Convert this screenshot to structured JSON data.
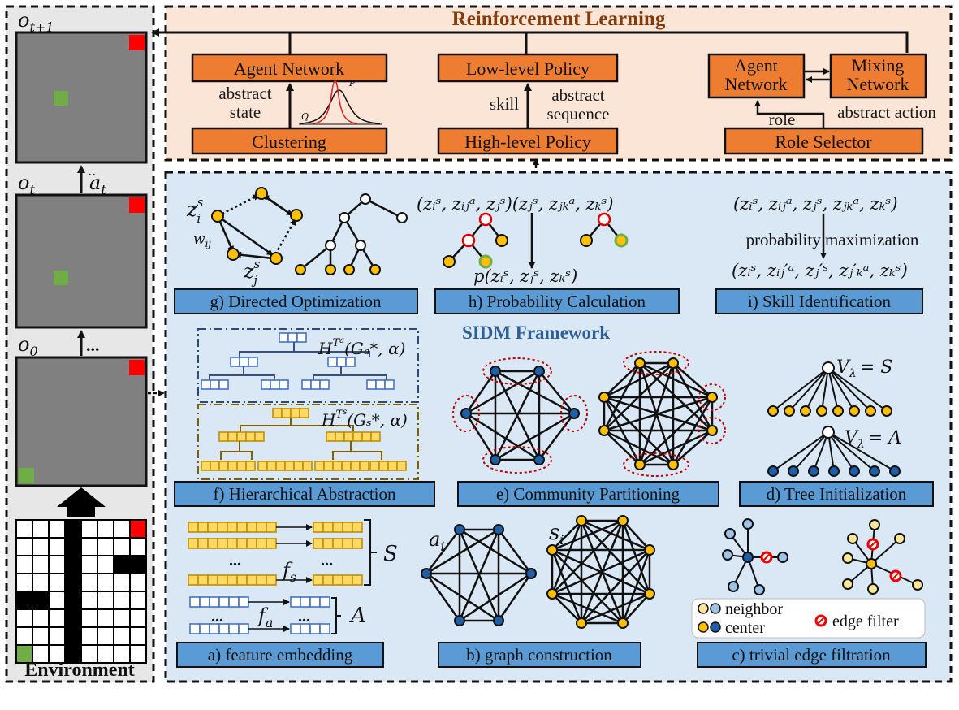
{
  "rl": {
    "title": "Reinforcement Learning",
    "boxes": {
      "agent_network_1": "Agent Network",
      "clustering": "Clustering",
      "low_level_policy": "Low-level Policy",
      "high_level_policy": "High-level Policy",
      "agent_network_2_line1": "Agent",
      "agent_network_2_line2": "Network",
      "mixing_network_line1": "Mixing",
      "mixing_network_line2": "Network",
      "role_selector": "Role Selector"
    },
    "labels": {
      "abstract_state_1": "abstract",
      "abstract_state_2": "state",
      "skill": "skill",
      "abstract_sequence_1": "abstract",
      "abstract_sequence_2": "sequence",
      "role": "role",
      "abstract_action": "abstract action",
      "curve_p": "P",
      "curve_q": "Q"
    }
  },
  "env": {
    "label": "Environment",
    "obs_top": "o",
    "obs_top_sub": "t+1",
    "obs_mid": "o",
    "obs_mid_sub": "t",
    "action": "a",
    "action_sub": "t",
    "obs_bottom": "o",
    "obs_bottom_sub": "0",
    "ellipsis_mid": "..",
    "ellipsis_bottom": "..."
  },
  "sidm": {
    "title": "SIDM Framework",
    "captions": {
      "a": "a) feature embedding",
      "b": "b) graph construction",
      "c": "c) trivial edge filtration",
      "d": "d) Tree Initialization",
      "e": "e) Community Partitioning",
      "f": "f) Hierarchical Abstraction",
      "g": "g) Directed Optimization",
      "h": "h) Probability Calculation",
      "i": "i) Skill Identification"
    },
    "g": {
      "z_i": "z",
      "z_i_sup": "s",
      "z_i_sub": "i",
      "w": "w",
      "w_sub": "ij",
      "z_j": "z",
      "z_j_sup": "s",
      "z_j_sub": "j"
    },
    "h": {
      "top": "(zᵢˢ, zᵢⱼᵃ, zⱼˢ)(zⱼˢ, zⱼₖᵃ, zₖˢ)",
      "bottom": "p(zᵢˢ, zⱼˢ, zₖˢ)"
    },
    "i": {
      "top": "(zᵢˢ, zᵢⱼᵃ, zⱼˢ, zⱼₖᵃ, zₖˢ)",
      "middle": "probability maximization",
      "bottom": "(zᵢˢ, zᵢⱼ′ᵃ, zⱼ′ˢ, zⱼ′ₖᵃ, zₖˢ)"
    },
    "f": {
      "ha": "H",
      "ha_sup": "T",
      "ha_sup_sub": "a",
      "ha_tail": "(Gₐ*, α)",
      "hs": "H",
      "hs_sup": "T",
      "hs_sup_sub": "s",
      "hs_tail": "(Gₛ*, α)"
    },
    "d": {
      "top": "V",
      "top_sub": "λ",
      "top_tail": "= S",
      "bottom": "V",
      "bottom_sub": "λ",
      "bottom_tail": "= A"
    },
    "a": {
      "S": "S",
      "A": "A",
      "fs": "f",
      "fs_sub": "s",
      "fa": "f",
      "fa_sub": "a",
      "dots": "..."
    },
    "b": {
      "a_i": "a",
      "a_i_sub": "i",
      "s_i": "s",
      "s_i_sub": "i"
    },
    "c": {
      "neighbor": "neighbor",
      "center": "center",
      "edge_filter": "edge filter"
    }
  },
  "colors": {
    "rl_bg": "#fbe5d6",
    "sidm_bg": "#dae8f5",
    "box_orange": "#ee7d31",
    "caption_blue": "#5b9bd5",
    "title_brown": "#843c0c",
    "sidm_title": "#2e5f94",
    "grid_gray": "#7f7f7f",
    "node_yellow": "#ffc000",
    "node_blue": "#1f5ea8",
    "node_light_blue": "#9dc3e6",
    "node_light_yellow": "#ffe699",
    "red": "#ff0000",
    "green": "#70ad47"
  }
}
